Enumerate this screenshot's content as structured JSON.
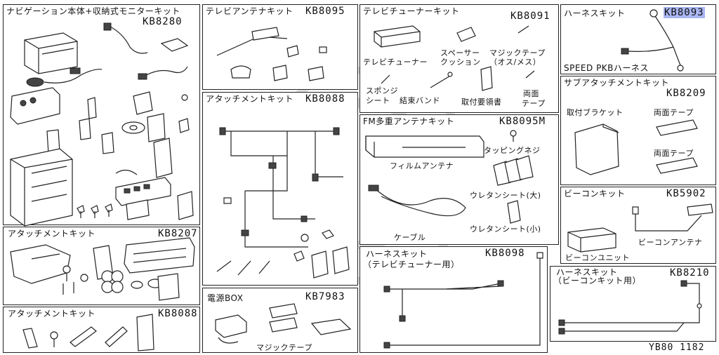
{
  "panels": {
    "navi": {
      "title": "ナビゲーション本体+収納式モニターキット",
      "code": "KB8280"
    },
    "tv_antenna": {
      "title": "テレビアンテナキット",
      "code": "KB8095"
    },
    "tv_tuner": {
      "title": "テレビチューナーキット",
      "code": "KB8091",
      "parts": [
        "スペーサー",
        "マジックテープ",
        "テレビチューナー",
        "クッション",
        "（オス/メス）",
        "スポンジ",
        "シート",
        "結束バンド",
        "取付要領書",
        "両面",
        "テープ"
      ]
    },
    "harness1": {
      "title": "ハーネスキット",
      "code": "KB8093",
      "label": "SPEED PKBハーネス"
    },
    "sub_attach": {
      "title": "サブアタッチメントキット",
      "code": "KB8209",
      "parts": [
        "取付ブラケット",
        "両面テープ",
        "両面テープ"
      ]
    },
    "attach_88": {
      "title": "アタッチメントキット",
      "code": "KB8088"
    },
    "fm_antenna": {
      "title": "FM多重アンテナキット",
      "code": "KB8095M",
      "parts": [
        "タッピングネジ",
        "フィルムアンテナ",
        "ウレタンシート(大)",
        "ケーブル",
        "ウレタンシート(小)"
      ]
    },
    "beacon": {
      "title": "ビーコンキット",
      "code": "KB5902",
      "parts": [
        "ビーコンアンテナ",
        "ビーコンユニット"
      ]
    },
    "attach_07": {
      "title": "アタッチメントキット",
      "code": "KB8207"
    },
    "harness_tv": {
      "title": "ハーネスキット",
      "subtitle": "（テレビチューナー用）",
      "code": "KB8098"
    },
    "harness_bc": {
      "title": "ハーネスキット",
      "subtitle": "（ビーコンキット用）",
      "code": "KB8210"
    },
    "attach_88b": {
      "title": "アタッチメントキット",
      "code": "KB8088"
    },
    "power": {
      "title": "電源BOX",
      "code": "KB7983",
      "label": "マジックテープ"
    }
  },
  "figure_id": "YB80 1182"
}
